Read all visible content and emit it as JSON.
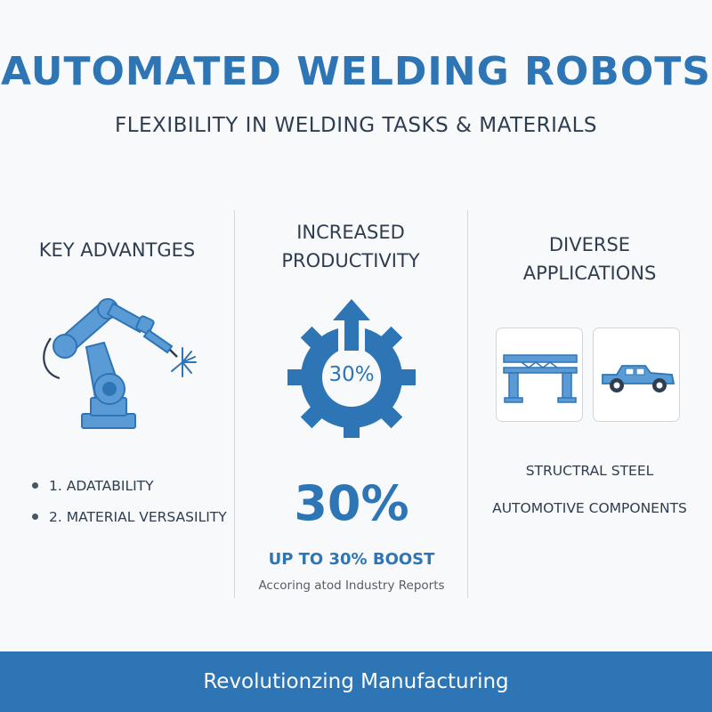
{
  "header": {
    "title": "AUTOMATED WELDING ROBOTS",
    "subtitle": "FLEXIBILITY IN WELDING TASKS & MATERIALS"
  },
  "advantages": {
    "heading": "KEY ADVANTGES",
    "items": [
      "1. ADATABILITY",
      "2. MATERIAL VERSASILITY"
    ],
    "icon": "robot-arm-icon"
  },
  "productivity": {
    "heading_line1": "INCREASED",
    "heading_line2": "PRODUCTIVITY",
    "gear_value": "30%",
    "big_value": "30%",
    "boost": "UP TO 30% BOOST",
    "source": "Accoring atod Industry Reports",
    "icon": "gear-arrow-icon"
  },
  "applications": {
    "heading_line1": "DIVERSE",
    "heading_line2": "APPLICATIONS",
    "items": [
      "STRUCTRAL STEEL",
      "AUTOMOTIVE COMPONENTS"
    ],
    "icons": [
      "steel-beam-icon",
      "car-icon"
    ]
  },
  "footer": {
    "text": "Revolutionzing Manufacturing"
  },
  "colors": {
    "accent": "#2e75b6",
    "icon_fill": "#5b9bd5",
    "dark": "#2e3d4f",
    "footer_bg": "#2e75b6"
  }
}
